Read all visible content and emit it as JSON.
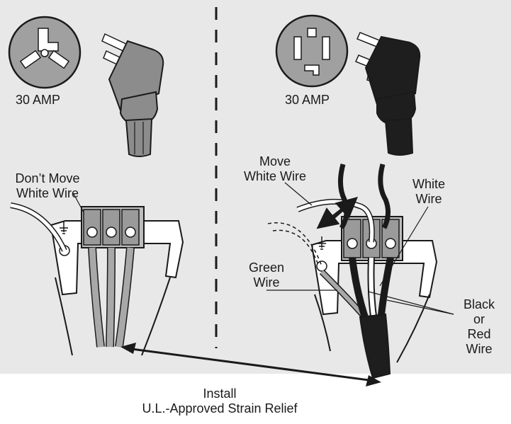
{
  "left": {
    "amp_label": "30 AMP",
    "dont_move_label": [
      "Don’t Move",
      "White Wire"
    ]
  },
  "right": {
    "amp_label": "30 AMP",
    "move_label": [
      "Move",
      "White Wire"
    ],
    "white_label": [
      "White",
      "Wire"
    ],
    "green_label": [
      "Green",
      "Wire"
    ],
    "black_red_label": [
      "Black",
      "or",
      "Red",
      "Wire"
    ]
  },
  "bottom": {
    "install_label": [
      "Install",
      "U.L.-Approved Strain Relief"
    ]
  },
  "colors": {
    "panel_bg": "#e8e8e8",
    "outlet_face": "#a0a0a0",
    "outline": "#1a1a1a",
    "plug_left": "#8c8c8c",
    "plug_right": "#1e1e1e",
    "wire_gray": "#a8a8a8"
  }
}
